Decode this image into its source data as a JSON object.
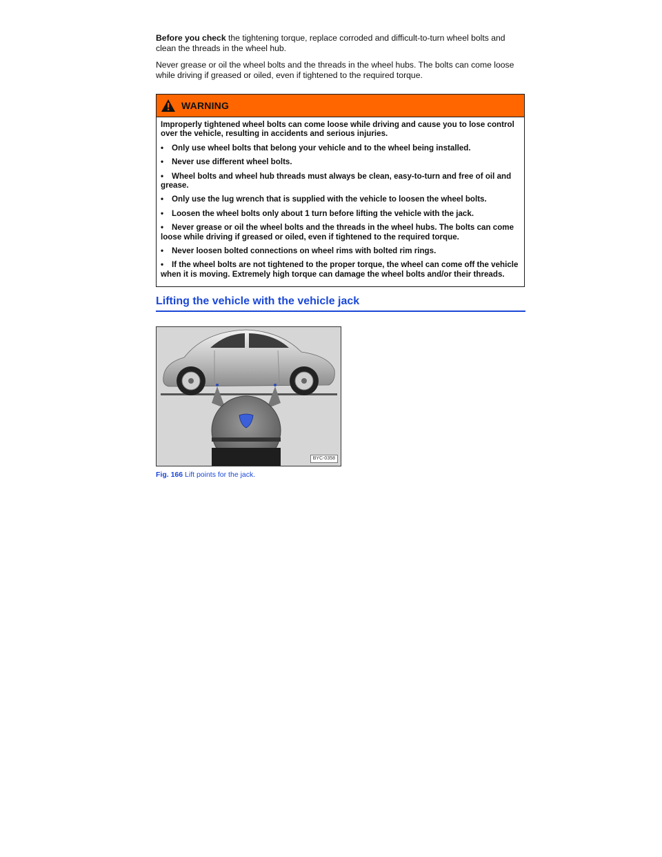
{
  "intro": {
    "p1_bold": "Before you check",
    "p1_rest": " the tightening torque, replace corroded and difficult-to-turn wheel bolts and clean the threads in the wheel hub.",
    "p2": "Never grease or oil the wheel bolts and the threads in the wheel hubs. The bolts can come loose while driving if greased or oiled, even if tightened to the required torque."
  },
  "warning": {
    "title": "WARNING",
    "lead": "Improperly tightened wheel bolts can come loose while driving and cause you to lose control over the vehicle, resulting in accidents and serious injuries.",
    "bullet_symbol": "•",
    "items": [
      "Only use wheel bolts that belong your vehicle and to the wheel being installed.",
      "Never use different wheel bolts.",
      "Wheel bolts and wheel hub threads must always be clean, easy-to-turn and free of oil and grease.",
      "Only use the lug wrench that is supplied with the vehicle to loosen the wheel bolts.",
      "Loosen the wheel bolts only about 1 turn before lifting the vehicle with the jack.",
      "Never grease or oil the wheel bolts and the threads in the wheel hubs. The bolts can come loose while driving if greased or oiled, even if tightened to the required torque.",
      "Never loosen bolted connections on wheel rims with bolted rim rings.",
      "If the wheel bolts are not tightened to the proper torque, the wheel can come off the vehicle when it is moving. Extremely high torque can damage the wheel bolts and/or their threads."
    ],
    "colors": {
      "header": "#ff6600"
    }
  },
  "section": {
    "title": "Lifting the vehicle with the vehicle jack",
    "color": "#1a47d6"
  },
  "figure": {
    "code": "BYC-0358",
    "caption_label": "Fig. 166",
    "caption_text": " Lift points for the jack."
  }
}
